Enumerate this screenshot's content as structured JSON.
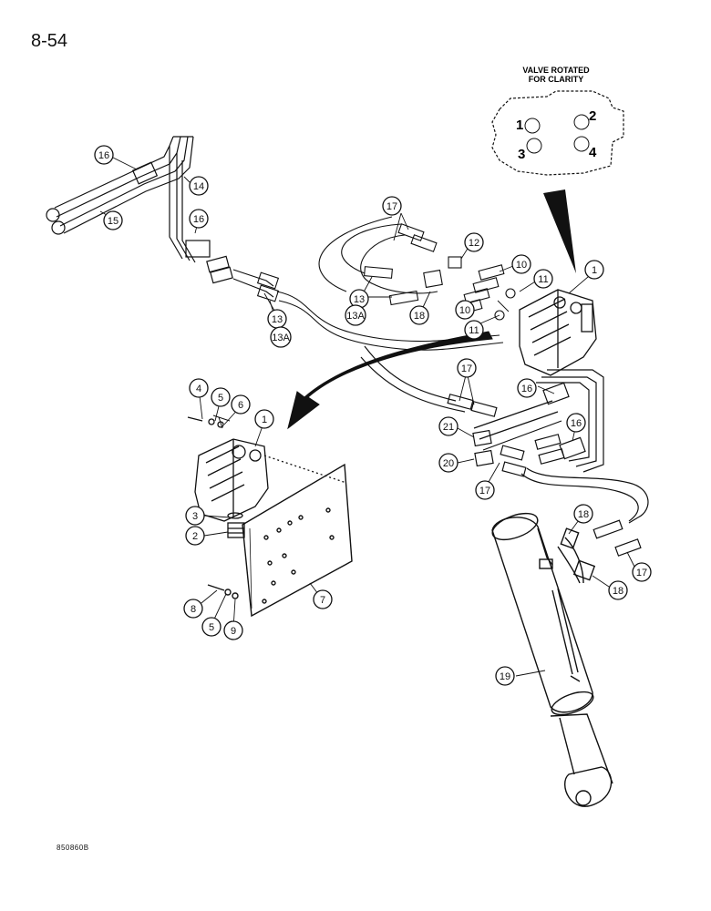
{
  "page": {
    "number": "8-54",
    "figure_code": "850860B"
  },
  "inset": {
    "caption_line1": "VALVE ROTATED",
    "caption_line2": "FOR CLARITY",
    "ports": [
      "1",
      "2",
      "3",
      "4"
    ]
  },
  "callouts": {
    "c1a": "1",
    "c1b": "1",
    "c2": "2",
    "c3": "3",
    "c4": "4",
    "c5a": "5",
    "c5b": "5",
    "c6": "6",
    "c7": "7",
    "c8": "8",
    "c9": "9",
    "c10a": "10",
    "c10b": "10",
    "c11a": "11",
    "c11b": "11",
    "c12": "12",
    "c13a": "13",
    "c13b": "13",
    "c13Aa": "13A",
    "c13Ab": "13A",
    "c14": "14",
    "c15": "15",
    "c16a": "16",
    "c16b": "16",
    "c16c": "16",
    "c16d": "16",
    "c17a": "17",
    "c17b": "17",
    "c17c": "17",
    "c17d": "17",
    "c18a": "18",
    "c18b": "18",
    "c18c": "18",
    "c19": "19",
    "c20": "20",
    "c21": "21"
  },
  "colors": {
    "ink": "#111111",
    "paper": "#ffffff"
  }
}
